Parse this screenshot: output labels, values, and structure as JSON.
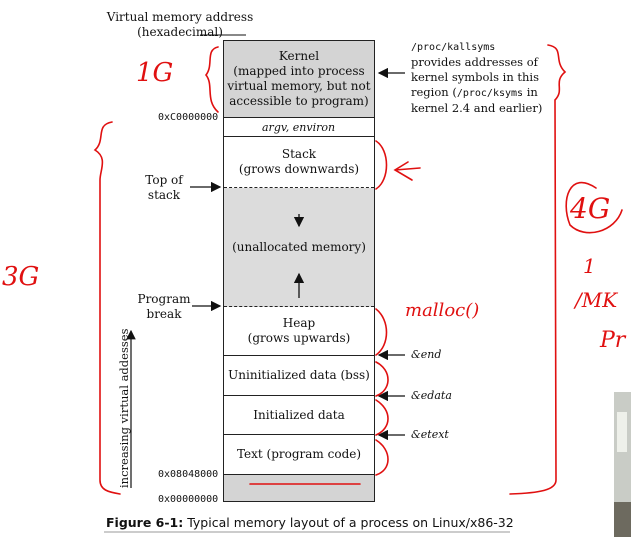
{
  "header": {
    "line1": "Virtual memory address",
    "line2": "(hexadecimal)"
  },
  "addresses": {
    "kernel_start": "0xC0000000",
    "text_start": "0x08048000",
    "zero": "0x00000000"
  },
  "segments": {
    "kernel": [
      "Kernel",
      "(mapped into process",
      "virtual memory, but not",
      "accessible to program)"
    ],
    "argv": "argv, environ",
    "stack": [
      "Stack",
      "(grows downwards)"
    ],
    "unallocated": "(unallocated memory)",
    "heap": [
      "Heap",
      "(grows upwards)"
    ],
    "bss": "Uninitialized data (bss)",
    "data": "Initialized data",
    "text": "Text (program code)"
  },
  "kallsyms": {
    "path": "/proc/kallsyms",
    "line1": "provides addresses of",
    "line2": "kernel symbols in this",
    "line3_pre": "region (",
    "line3_path": "/proc/ksyms",
    "line3_post": " in",
    "line4": "kernel 2.4 and earlier)"
  },
  "left_labels": {
    "top_of_stack": [
      "Top of",
      "stack"
    ],
    "program_break": [
      "Program",
      "break"
    ]
  },
  "markers": {
    "end": "&end",
    "edata": "&edata",
    "etext": "&etext"
  },
  "axis_label": "increasing virtual addesses",
  "caption": {
    "figure": "Figure 6-1:",
    "text": " Typical memory layout of a process on Linux/x86-32"
  },
  "annotations": {
    "one_g": "1G",
    "three_g": "3G",
    "four_g": "4G",
    "malloc": "malloc()",
    "scribble1": "1",
    "scribble2": "/MK",
    "scribble3": "Pr"
  },
  "colors": {
    "kernel_fill": "#d4d4d4",
    "unalloc_fill": "#dcdcdc",
    "annotation": "#e01010"
  }
}
